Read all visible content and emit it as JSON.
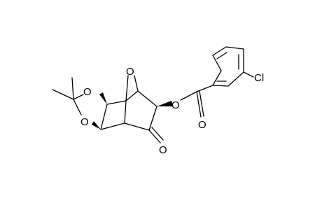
{
  "molecule": {
    "atoms": {
      "bridge_oxygen": "O",
      "dioxolane_oxygen_top": "O",
      "dioxolane_oxygen_bottom": "O",
      "ester_oxygen": "O",
      "carbonyl_oxygen_ester": "O",
      "ketone_oxygen": "O",
      "chlorine": "Cl"
    }
  }
}
